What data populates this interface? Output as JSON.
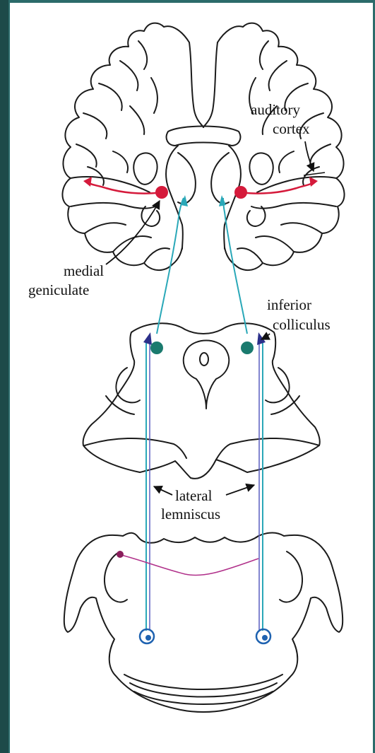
{
  "colors": {
    "slide_background": "#2b6b6a",
    "slide_background_dark": "#1d4a49",
    "panel": "#ffffff",
    "outline": "#1b1b1b",
    "thalamocortical": "#d51a3b",
    "ascending": "#2aa8b8",
    "lemniscus_arrow": "#2b2f8a",
    "crossing_fiber": "#b0308a",
    "cochlear_nucleus": "#1e62b0"
  },
  "labels": {
    "auditory_cortex_line1": "auditory",
    "auditory_cortex_line2": "cortex",
    "medial_geniculate_line1": "medial",
    "medial_geniculate_line2": "geniculate",
    "inferior_colliculus_line1": "inferior",
    "inferior_colliculus_line2": "colliculus",
    "lateral_lemniscus_line1": "lateral",
    "lateral_lemniscus_line2": "lemniscus"
  }
}
